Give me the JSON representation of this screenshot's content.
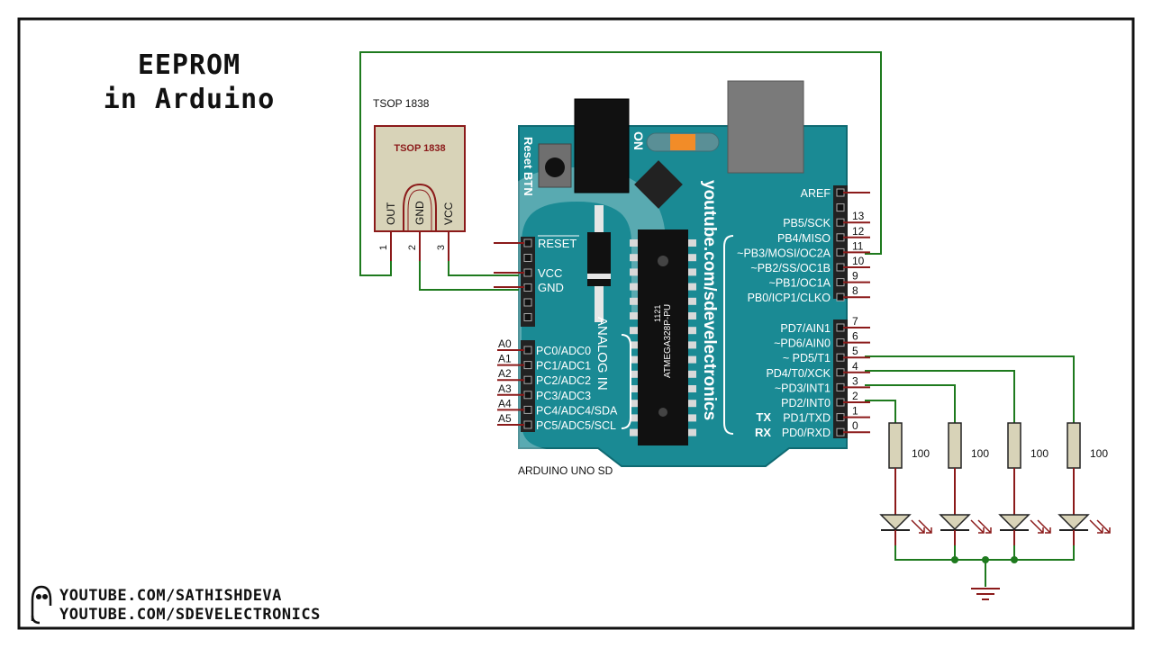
{
  "title": {
    "line1": "EEPROM",
    "line2": "in Arduino"
  },
  "footer": {
    "line1": "YOUTUBE.COM/SATHISHDEVA",
    "line2": "YOUTUBE.COM/SDEVELECTRONICS"
  },
  "sensor": {
    "ref": "TSOP 1838",
    "body_label": "TSOP 1838",
    "pins": [
      "OUT",
      "GND",
      "VCC"
    ],
    "pin_numbers": [
      "1",
      "2",
      "3"
    ]
  },
  "board": {
    "name": "ARDUINO UNO SD",
    "reset_btn": "Reset BTN",
    "on_label": "ON",
    "watermark": "youtube.com/sdevelectronics",
    "chip": "ATMEGA328P-PU",
    "chip_sub": "1121",
    "analog_in": "ANALOG IN",
    "power_pins": [
      "RESET",
      "VCC",
      "GND"
    ],
    "analog_pins": [
      {
        "name": "A0",
        "label": "PC0/ADC0"
      },
      {
        "name": "A1",
        "label": "PC1/ADC1"
      },
      {
        "name": "A2",
        "label": "PC2/ADC2"
      },
      {
        "name": "A3",
        "label": "PC3/ADC3"
      },
      {
        "name": "A4",
        "label": "PC4/ADC4/SDA"
      },
      {
        "name": "A5",
        "label": "PC5/ADC5/SCL"
      }
    ],
    "digital_top": [
      {
        "num": "",
        "label": "AREF"
      },
      {
        "num": "13",
        "label": "PB5/SCK"
      },
      {
        "num": "12",
        "label": "PB4/MISO"
      },
      {
        "num": "11",
        "label": "~PB3/MOSI/OC2A"
      },
      {
        "num": "10",
        "label": "~PB2/SS/OC1B"
      },
      {
        "num": "9",
        "label": "~PB1/OC1A"
      },
      {
        "num": "8",
        "label": "PB0/ICP1/CLKO"
      }
    ],
    "digital_bottom": [
      {
        "num": "7",
        "label": "PD7/AIN1"
      },
      {
        "num": "6",
        "label": "~PD6/AIN0"
      },
      {
        "num": "5",
        "label": "~ PD5/T1"
      },
      {
        "num": "4",
        "label": "PD4/T0/XCK"
      },
      {
        "num": "3",
        "label": "~PD3/INT1"
      },
      {
        "num": "2",
        "label": "PD2/INT0"
      },
      {
        "num": "1",
        "label": "PD1/TXD"
      },
      {
        "num": "0",
        "label": "PD0/RXD"
      }
    ],
    "tx_label": "TX",
    "rx_label": "RX"
  },
  "resistors": [
    "100",
    "100",
    "100",
    "100"
  ],
  "colors": {
    "board": "#1a8a94",
    "wire": "#1e7a1e",
    "pin": "#8b1a1a",
    "resistor": "#d8d3b8",
    "led": "#d8d3b8"
  }
}
